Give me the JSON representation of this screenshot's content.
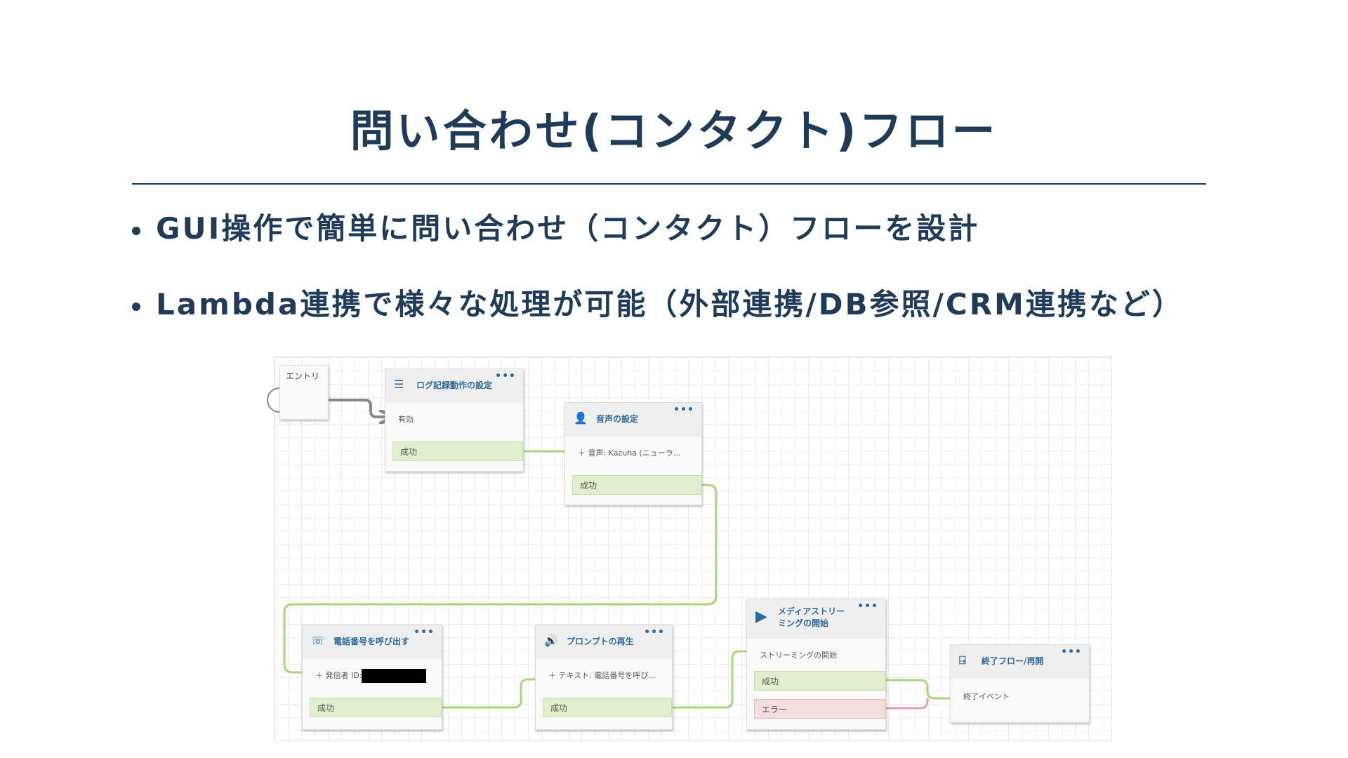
{
  "slide": {
    "title": "問い合わせ(コンタクト)フロー",
    "bullets": [
      "GUI操作で簡単に問い合わせ（コンタクト）フローを設計",
      "Lambda連携で様々な処理が可能（外部連携/DB参照/CRM連携など）"
    ]
  },
  "flow": {
    "entry": {
      "label": "エントリ"
    },
    "nodes": [
      {
        "title": "ログ記録動作の設定",
        "icon": "log-settings-icon",
        "param": "有効",
        "outputs": [
          "成功"
        ]
      },
      {
        "title": "音声の設定",
        "icon": "voice-icon",
        "param": "音声: Kazuha (ニューラ...",
        "outputs": [
          "成功"
        ]
      },
      {
        "title": "電話番号を呼び出す",
        "icon": "phone-icon",
        "param": "発信者 ID:",
        "outputs": [
          "成功"
        ]
      },
      {
        "title": "プロンプトの再生",
        "icon": "speaker-icon",
        "param": "テキスト: 電話番号を呼び...",
        "outputs": [
          "成功"
        ]
      },
      {
        "title": "メディアストリーミングの開始",
        "icon": "play-icon",
        "param": "ストリーミングの開始",
        "outputs": [
          "成功",
          "エラー"
        ]
      },
      {
        "title": "終了フロー/再開",
        "icon": "end-flow-icon",
        "param": "終了イベント",
        "outputs": []
      }
    ],
    "colors": {
      "success": "#a9d67a",
      "error": "#e0a0a8",
      "title": "#1f3b57",
      "node_title": "#2d6a9a"
    }
  }
}
